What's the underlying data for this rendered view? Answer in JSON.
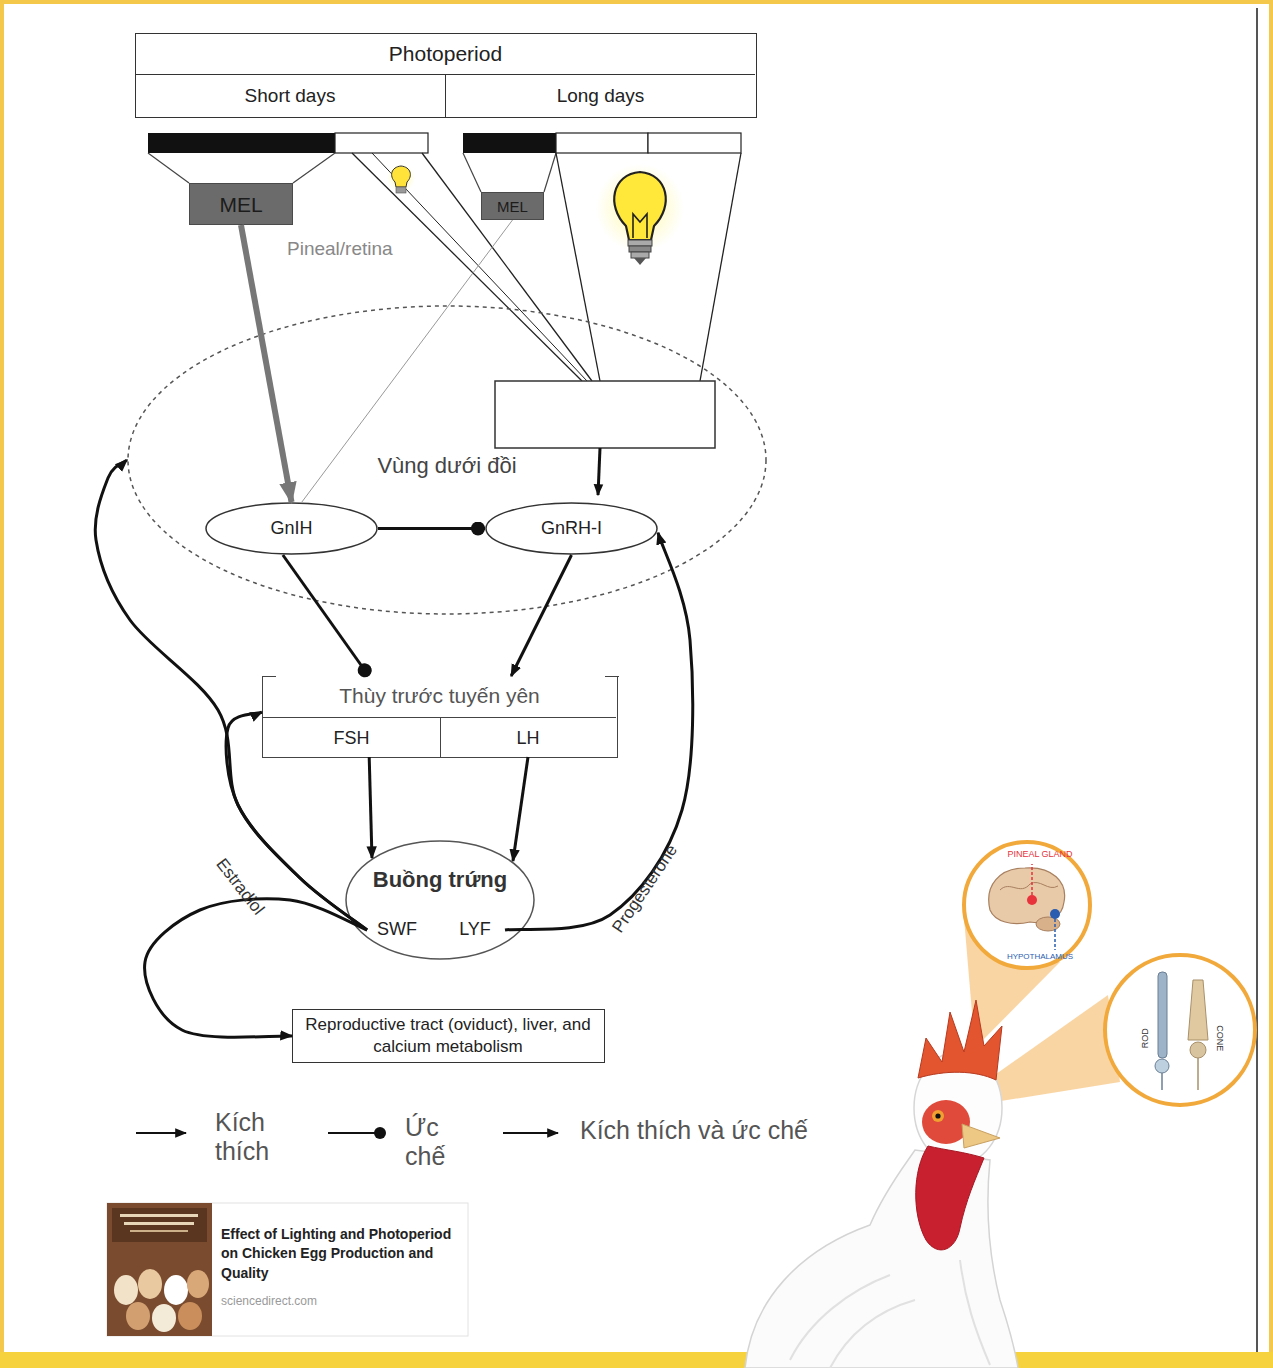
{
  "diagram": {
    "nodes": [
      {
        "text": [
          "Photoperiod"
        ]
      },
      {
        "text": [
          "Short days"
        ],
        "in": 0
      },
      {
        "text": [
          "Long days"
        ],
        "in": 0
      },
      {
        "text": [
          "MEL"
        ]
      },
      {
        "text": [
          "MEL"
        ]
      },
      {
        "text": [
          "Vùng dưới đồi"
        ]
      },
      {
        "text": [
          "GnIH"
        ],
        "in": 5
      },
      {
        "text": [
          "GnRH-I"
        ],
        "in": 5
      },
      {
        "text": [
          "Thùy trước tuyến yên"
        ]
      },
      {
        "text": [
          "FSH"
        ],
        "in": 8
      },
      {
        "text": [
          "LH"
        ],
        "in": 8
      },
      {
        "text": [
          "Buồng trứng"
        ]
      },
      {
        "text": [
          "SWF"
        ],
        "in": 11
      },
      {
        "text": [
          "LYF"
        ],
        "in": 11
      },
      {
        "text": [
          "Reproductive tract (oviduct), liver, and calcium metabolism"
        ]
      },
      {
        "text": [
          "Effect of Lighting and Photoperiod on Chicken Egg Production and Quality",
          "sciencedirect.com"
        ]
      }
    ],
    "edges": [
      {
        "from": 3,
        "to": 6,
        "arrow": "to"
      },
      {
        "from": 4,
        "to": 6,
        "arrow": "none"
      },
      {
        "from": 6,
        "to": 7,
        "arrow": "to"
      },
      {
        "from": 6,
        "to": 8,
        "arrow": "to"
      },
      {
        "from": 7,
        "to": 8,
        "arrow": "to"
      },
      {
        "from": 9,
        "to": 11,
        "arrow": "to"
      },
      {
        "from": 10,
        "to": 11,
        "arrow": "to"
      },
      {
        "from": 12,
        "to": 5,
        "label": "Estradiol",
        "arrow": "to"
      },
      {
        "from": 12,
        "to": 8,
        "arrow": "to"
      },
      {
        "from": 12,
        "to": 14,
        "arrow": "to"
      },
      {
        "from": 13,
        "to": 7,
        "label": "Progesterone",
        "arrow": "to"
      }
    ],
    "labels": [
      "Pineal/retina",
      "PINEAL GLAND",
      "HYPOTHALAMUS",
      "ROD",
      "CONE"
    ],
    "legend": [
      {
        "text": "Kích thích"
      },
      {
        "text": "Ức chế"
      },
      {
        "text": "Kích thích và ức chế"
      }
    ]
  }
}
